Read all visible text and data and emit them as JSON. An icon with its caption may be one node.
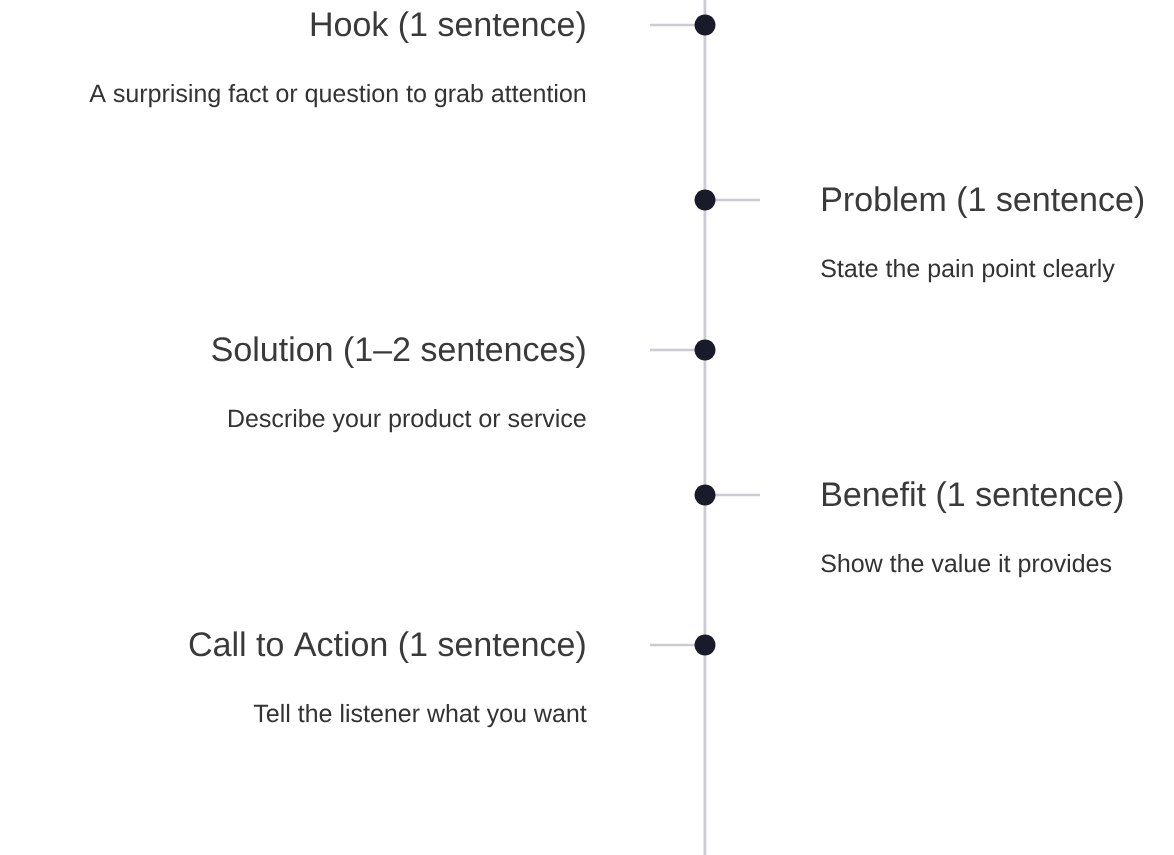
{
  "diagram": {
    "nodes": [
      {
        "text": [
          "Hook (1 sentence)"
        ],
        "beside": [
          "A surprising fact or question to grab attention"
        ]
      },
      {
        "text": [
          "Problem (1 sentence)"
        ],
        "beside": [
          "State the pain point clearly"
        ]
      },
      {
        "text": [
          "Solution (1–2 sentences)"
        ],
        "beside": [
          "Describe your product or service"
        ]
      },
      {
        "text": [
          "Benefit (1 sentence)"
        ],
        "beside": [
          "Show the value it provides"
        ]
      },
      {
        "text": [
          "Call to Action (1 sentence)"
        ],
        "beside": [
          "Tell the listener what you want"
        ]
      }
    ]
  }
}
